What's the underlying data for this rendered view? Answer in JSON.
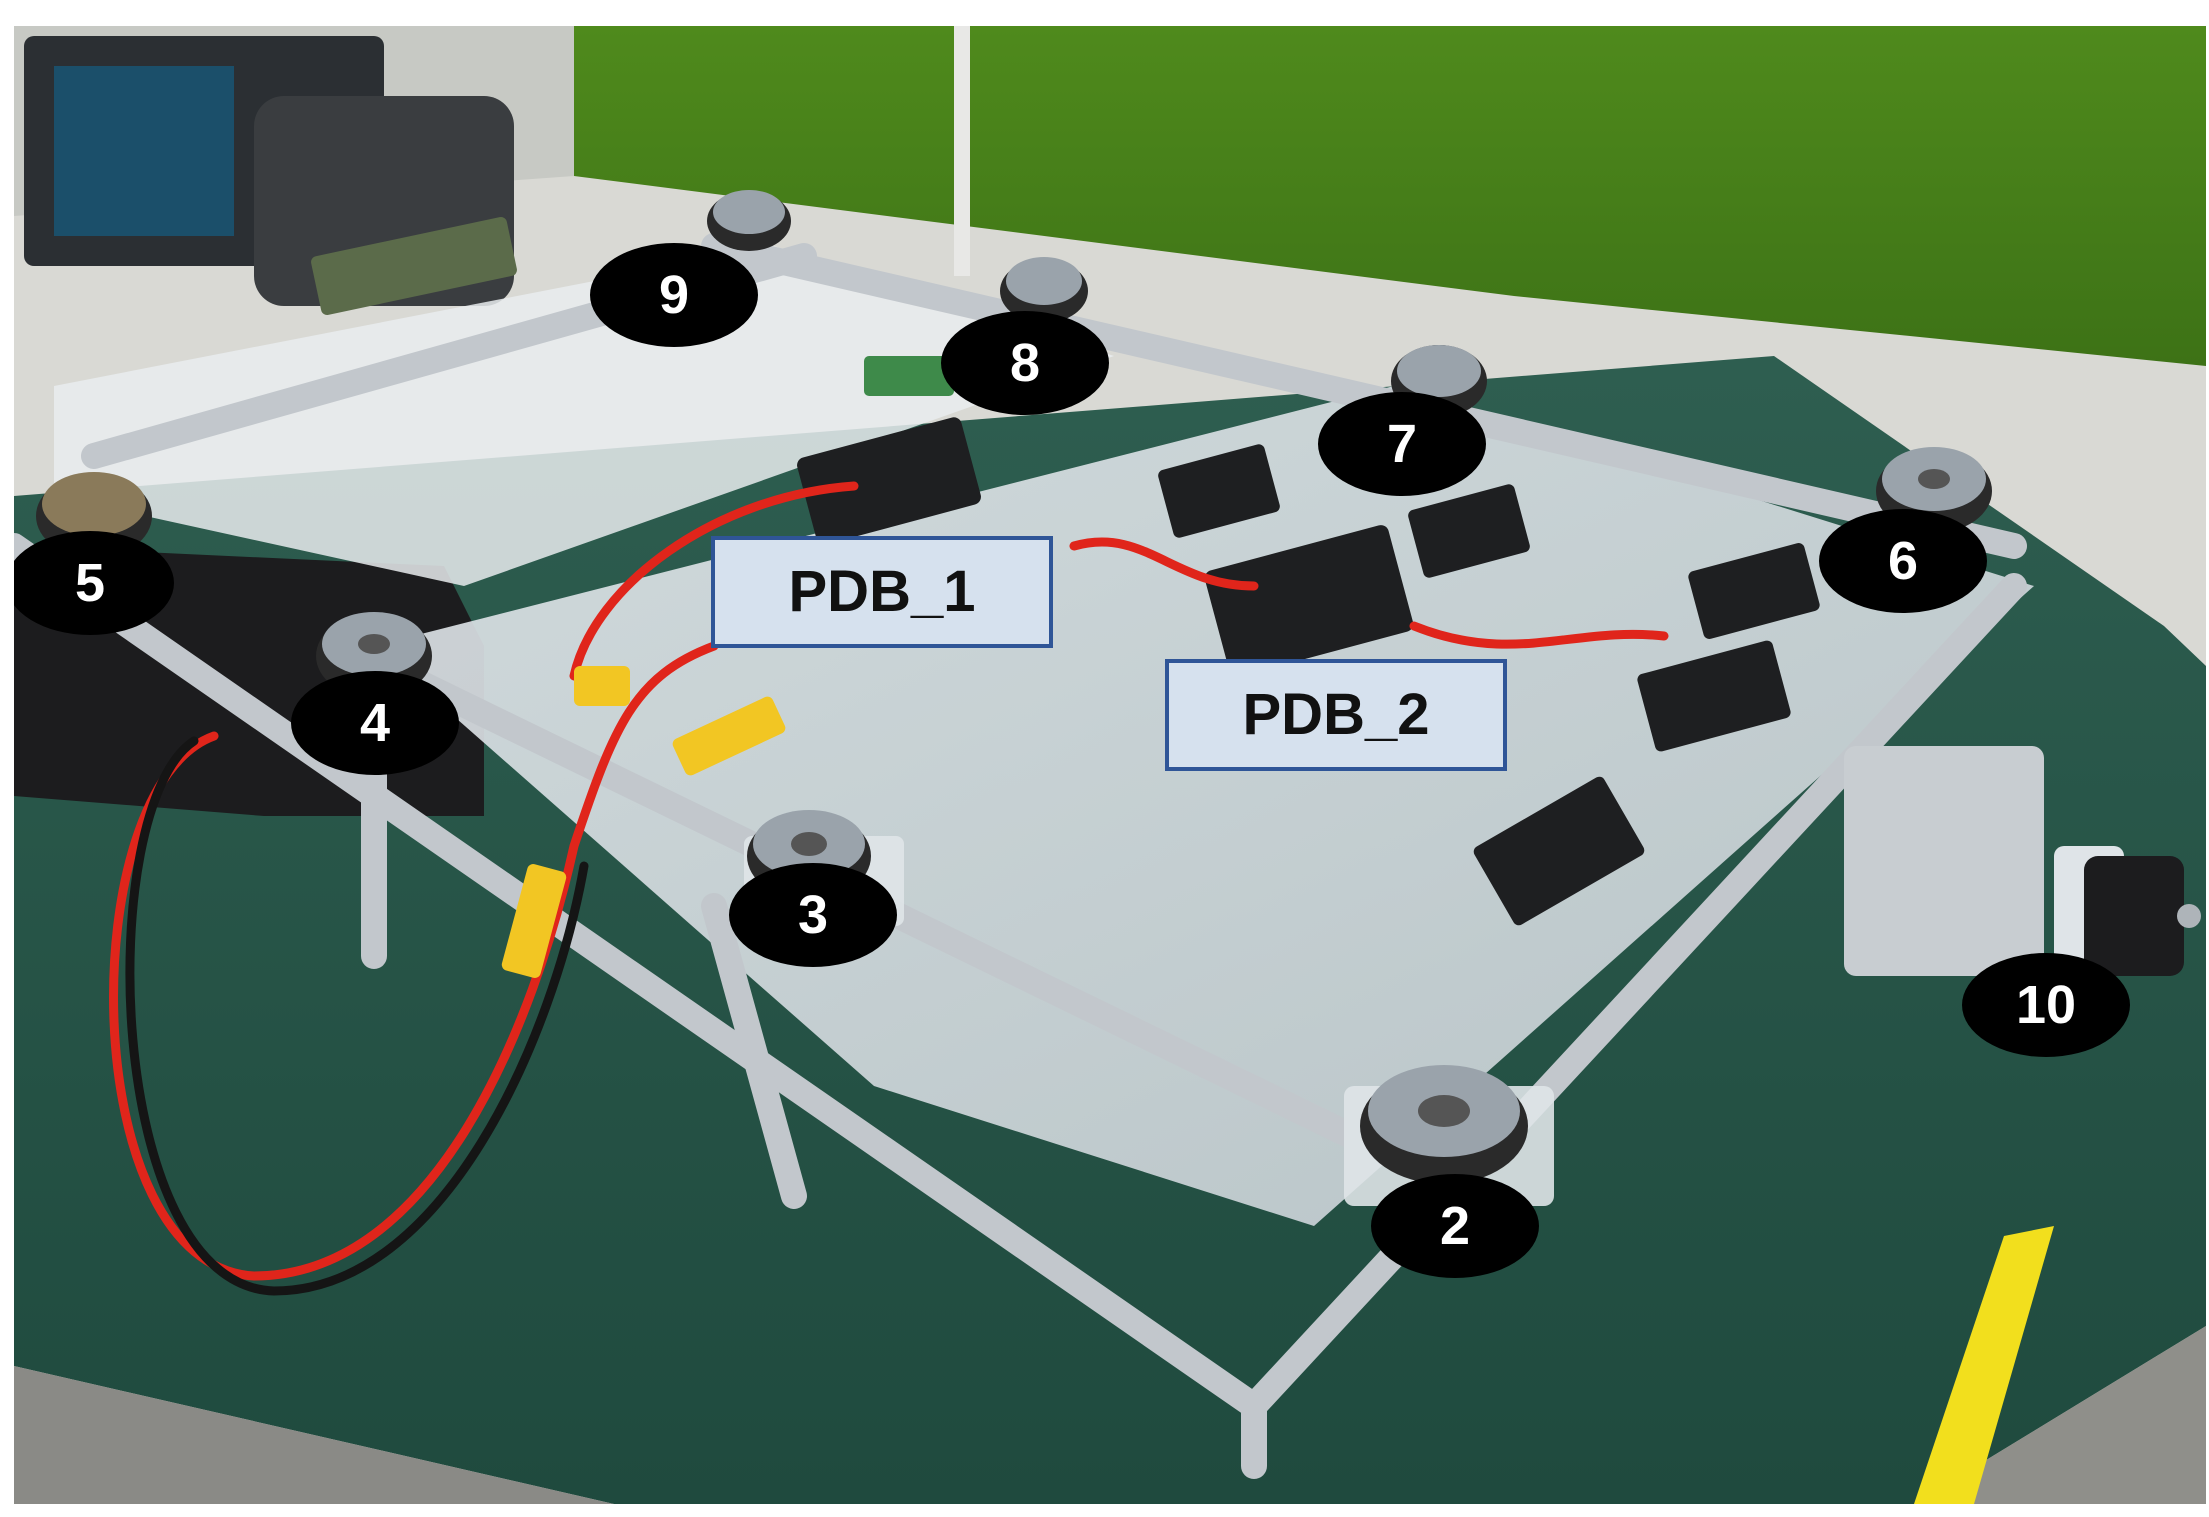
{
  "photo": {
    "callouts": {
      "c2": "2",
      "c3": "3",
      "c4": "4",
      "c5": "5",
      "c6": "6",
      "c7": "7",
      "c8": "8",
      "c9": "9",
      "c10": "10"
    },
    "pdb_labels": {
      "pdb1": "PDB_1",
      "pdb2": "PDB_2"
    }
  }
}
